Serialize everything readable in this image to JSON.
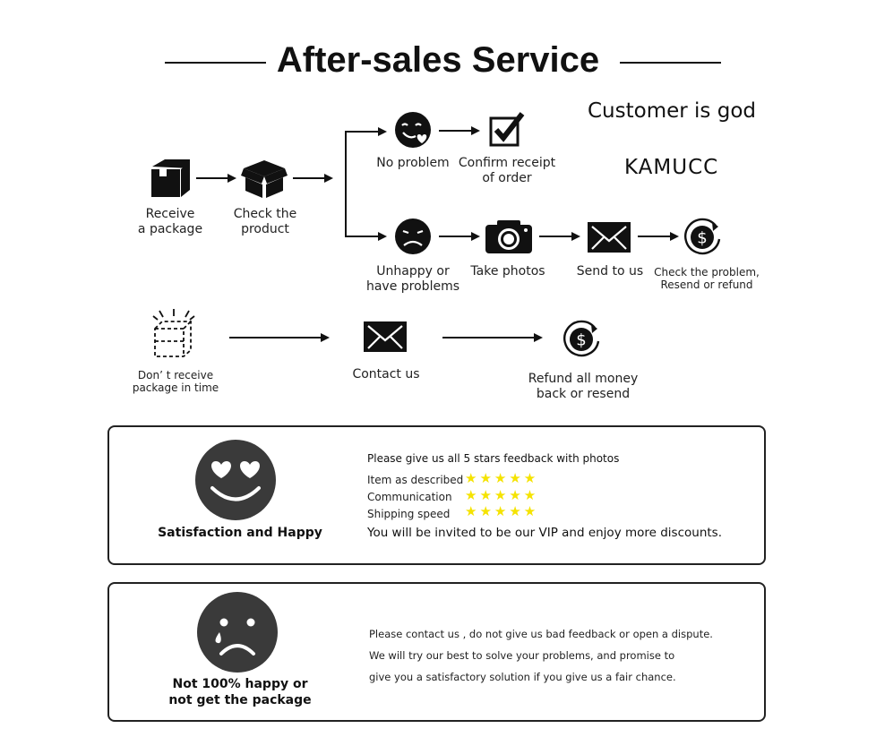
{
  "header": {
    "title": "After-sales Service",
    "slogan": "Customer is god",
    "brand": "KAMUCC"
  },
  "flow": {
    "receive": {
      "label": "Receive\na package",
      "icon": "closed-box-icon"
    },
    "check": {
      "label": "Check the\nproduct",
      "icon": "open-box-icon"
    },
    "no_problem": {
      "label": "No problem",
      "icon": "smile-heart-face-icon"
    },
    "confirm": {
      "label": "Confirm receipt\nof order",
      "icon": "checkbox-icon"
    },
    "unhappy": {
      "label": "Unhappy or\nhave problems",
      "icon": "sad-face-icon"
    },
    "photos": {
      "label": "Take photos",
      "icon": "camera-icon"
    },
    "send": {
      "label": "Send to us",
      "icon": "envelope-icon"
    },
    "check_problem": {
      "label": "Check the problem,\nResend or refund",
      "icon": "dollar-refund-icon"
    },
    "not_received": {
      "label": "Don’ t receive\npackage in time",
      "icon": "dashed-box-icon"
    },
    "contact": {
      "label": "Contact us",
      "icon": "envelope-icon"
    },
    "refund": {
      "label": "Refund all money\nback or resend",
      "icon": "dollar-refund-icon"
    }
  },
  "happy_box": {
    "caption": "Satisfaction and Happy",
    "heading": "Please give us all 5 stars feedback with photos",
    "ratings": [
      {
        "label": "Item as described",
        "stars": 5
      },
      {
        "label": "Communication",
        "stars": 5
      },
      {
        "label": "Shipping speed",
        "stars": 5
      }
    ],
    "star_glyphs": "★★★★★",
    "vip": "You will be invited to be our VIP and enjoy more discounts.",
    "star_color": "#f5e300"
  },
  "unhappy_box": {
    "caption": "Not 100% happy or\nnot get the package",
    "lines": [
      "Please contact us , do not give us bad feedback or open a dispute.",
      "We will try our best to solve your problems, and promise to",
      "give you a satisfactory solution if you give us a fair chance."
    ]
  }
}
